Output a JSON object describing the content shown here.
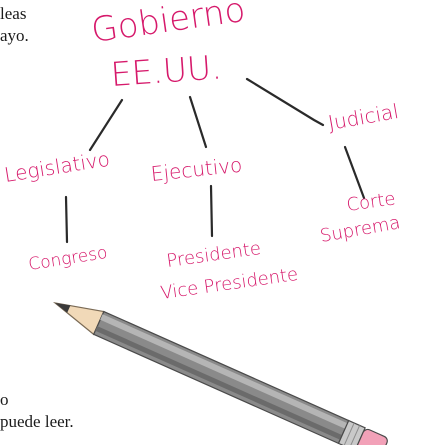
{
  "side_text": {
    "line1": "leas",
    "line2": "ayo.",
    "line3": "o",
    "line4": "puede leer."
  },
  "diagram": {
    "root": {
      "line1": "Gobierno",
      "line2": "EE.UU."
    },
    "branches": [
      {
        "name": "Legislativo",
        "body": "Congreso"
      },
      {
        "name": "Ejecutivo",
        "body_line1": "Presidente",
        "body_line2": "Vice Presidente"
      },
      {
        "name": "Judicial",
        "body_line1": "Corte",
        "body_line2": "Suprema"
      }
    ]
  },
  "colors": {
    "pink_text": "#d6196b",
    "dark_lines": "#2a2a2a",
    "pencil_body": "#8a8a8a",
    "pencil_eraser": "#f2a1b8"
  },
  "icons": [
    "pencil-icon"
  ]
}
